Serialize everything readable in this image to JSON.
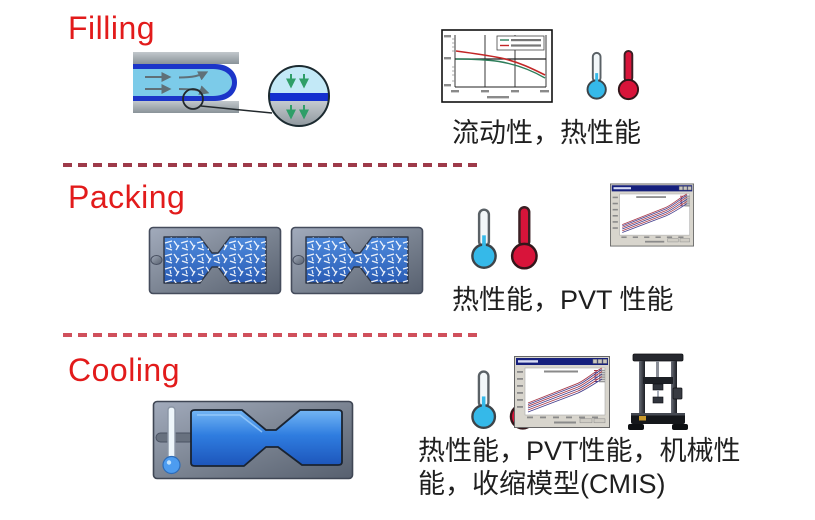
{
  "slide": {
    "background": "#ffffff",
    "accent_red": "#e21b1b",
    "divider_color_top": "#9e3a4a",
    "divider_color_bottom": "#d0505c"
  },
  "filling": {
    "label": "Filling",
    "caption": "流动性，热性能"
  },
  "packing": {
    "label": "Packing",
    "caption": "热性能，PVT 性能"
  },
  "cooling": {
    "label": "Cooling",
    "caption_lines": [
      "热性能，PVT性能，机械性",
      "能，收缩模型(CMIS)"
    ]
  },
  "icons": {
    "thermometer_cold_color": "#35b9e9",
    "thermometer_hot_color": "#d8143a",
    "melt_color": "#7ccbe9",
    "frozen_skin_color": "#1b35c9",
    "mold_gray": "#7f8a9b",
    "part_blue": "#2f7de0",
    "fiber_color": "#ffffff"
  },
  "charts": {
    "viscosity_thumbnail": {
      "type": "line",
      "series": [
        {
          "name": "upper-curve",
          "color": "#c22727",
          "trend": "decreasing"
        },
        {
          "name": "lower-curve",
          "color": "#2e7d5a",
          "trend": "decreasing"
        }
      ],
      "legend_entries": 2
    },
    "pvt_thumbnail": {
      "type": "line",
      "series_count": 6,
      "series_colors": [
        "#a83a4a",
        "#433d8c"
      ],
      "trend": "increasing",
      "legend_entries": 6
    }
  }
}
